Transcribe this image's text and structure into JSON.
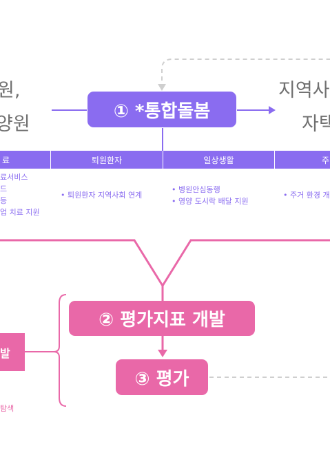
{
  "left_text": {
    "line1": "원,",
    "line2": "양원"
  },
  "right_text": {
    "line1": "지역사",
    "line2": "자택"
  },
  "pills": {
    "integrated_care": "① *통합돌봄",
    "indicator_dev": "② 평가지표 개발",
    "evaluation": "③ 평가"
  },
  "table": {
    "headers": [
      "료",
      "퇴원환자",
      "일상생활",
      "주"
    ],
    "col1": [
      "료서비스",
      "드",
      "등",
      "업 치료 지원"
    ],
    "col2": [
      "퇴원환자 지역사회 연계"
    ],
    "col3": [
      "병원안심동행",
      "영양 도시락 배달 지원"
    ],
    "col4": [
      "주거 환경 개"
    ]
  },
  "left_pink_box": {
    "label": "발"
  },
  "bottom_left_text": "탐색",
  "colors": {
    "purple": "#8a6cf0",
    "pink": "#e968a8",
    "gray_text": "#707070",
    "dashed": "#cfcfcf"
  }
}
